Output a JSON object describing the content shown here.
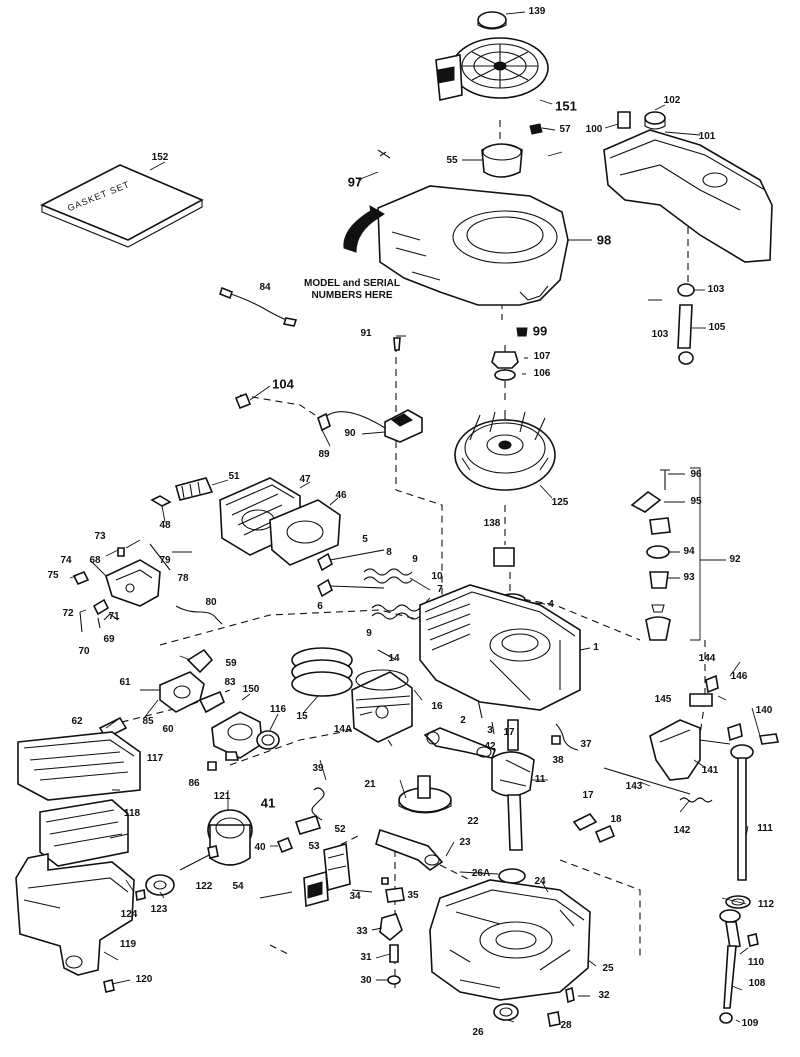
{
  "diagram": {
    "notes": {
      "model_serial": "MODEL and SERIAL\nNUMBERS HERE",
      "gasket_set": "GASKET SET"
    },
    "callouts": [
      {
        "text": "139"
      },
      {
        "text": "151"
      },
      {
        "text": "57"
      },
      {
        "text": "100"
      },
      {
        "text": "102"
      },
      {
        "text": "101"
      },
      {
        "text": "152"
      },
      {
        "text": "97"
      },
      {
        "text": "55"
      },
      {
        "text": "98"
      },
      {
        "text": "103"
      },
      {
        "text": "105"
      },
      {
        "text": "103"
      },
      {
        "text": "84"
      },
      {
        "text": "91"
      },
      {
        "text": "99"
      },
      {
        "text": "107"
      },
      {
        "text": "106"
      },
      {
        "text": "104"
      },
      {
        "text": "90"
      },
      {
        "text": "89"
      },
      {
        "text": "96"
      },
      {
        "text": "95"
      },
      {
        "text": "94"
      },
      {
        "text": "93"
      },
      {
        "text": "92"
      },
      {
        "text": "125"
      },
      {
        "text": "51"
      },
      {
        "text": "47"
      },
      {
        "text": "46"
      },
      {
        "text": "48"
      },
      {
        "text": "73"
      },
      {
        "text": "79"
      },
      {
        "text": "74"
      },
      {
        "text": "68"
      },
      {
        "text": "75"
      },
      {
        "text": "78"
      },
      {
        "text": "72"
      },
      {
        "text": "71"
      },
      {
        "text": "70"
      },
      {
        "text": "69"
      },
      {
        "text": "5"
      },
      {
        "text": "8"
      },
      {
        "text": "9"
      },
      {
        "text": "10"
      },
      {
        "text": "6"
      },
      {
        "text": "7"
      },
      {
        "text": "9"
      },
      {
        "text": "80"
      },
      {
        "text": "138"
      },
      {
        "text": "4"
      },
      {
        "text": "1"
      },
      {
        "text": "59"
      },
      {
        "text": "61"
      },
      {
        "text": "83"
      },
      {
        "text": "150"
      },
      {
        "text": "62"
      },
      {
        "text": "85"
      },
      {
        "text": "60"
      },
      {
        "text": "116"
      },
      {
        "text": "15"
      },
      {
        "text": "14"
      },
      {
        "text": "16"
      },
      {
        "text": "14A"
      },
      {
        "text": "2"
      },
      {
        "text": "17"
      },
      {
        "text": "3"
      },
      {
        "text": "42"
      },
      {
        "text": "37"
      },
      {
        "text": "38"
      },
      {
        "text": "117"
      },
      {
        "text": "86"
      },
      {
        "text": "39"
      },
      {
        "text": "21"
      },
      {
        "text": "11"
      },
      {
        "text": "144"
      },
      {
        "text": "145"
      },
      {
        "text": "146"
      },
      {
        "text": "140"
      },
      {
        "text": "141"
      },
      {
        "text": "143"
      },
      {
        "text": "142"
      },
      {
        "text": "111"
      },
      {
        "text": "118"
      },
      {
        "text": "121"
      },
      {
        "text": "41"
      },
      {
        "text": "40"
      },
      {
        "text": "22"
      },
      {
        "text": "17"
      },
      {
        "text": "18"
      },
      {
        "text": "52"
      },
      {
        "text": "53"
      },
      {
        "text": "23"
      },
      {
        "text": "26A"
      },
      {
        "text": "24"
      },
      {
        "text": "54"
      },
      {
        "text": "122"
      },
      {
        "text": "123"
      },
      {
        "text": "124"
      },
      {
        "text": "34"
      },
      {
        "text": "35"
      },
      {
        "text": "112"
      },
      {
        "text": "33"
      },
      {
        "text": "119"
      },
      {
        "text": "31"
      },
      {
        "text": "25"
      },
      {
        "text": "110"
      },
      {
        "text": "30"
      },
      {
        "text": "120"
      },
      {
        "text": "32"
      },
      {
        "text": "108"
      },
      {
        "text": "26"
      },
      {
        "text": "28"
      },
      {
        "text": "109"
      }
    ]
  }
}
